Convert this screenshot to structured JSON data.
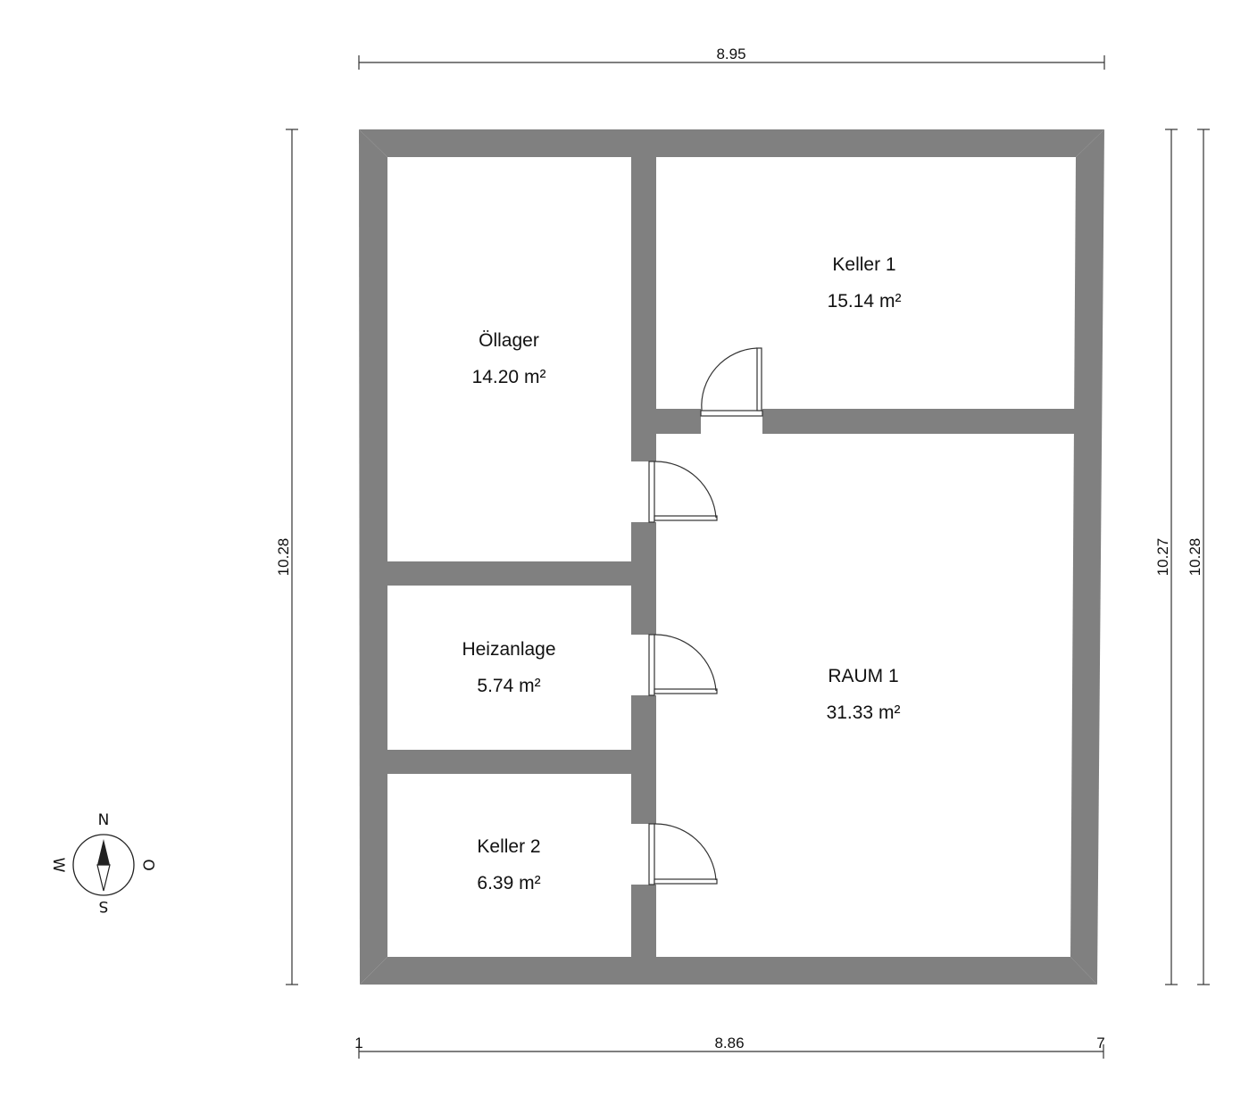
{
  "dimensions": {
    "top": "8.95",
    "bottom": "8.86",
    "left": "10.28",
    "right_inner": "10.27",
    "right_outer": "10.28",
    "bottom_left_marker": "1",
    "bottom_right_marker": "7"
  },
  "rooms": [
    {
      "name": "Öllager",
      "area": "14.20 m²"
    },
    {
      "name": "Keller 1",
      "area": "15.14 m²"
    },
    {
      "name": "Heizanlage",
      "area": "5.74 m²"
    },
    {
      "name": "RAUM 1",
      "area": "31.33 m²"
    },
    {
      "name": "Keller 2",
      "area": "6.39 m²"
    }
  ],
  "compass": {
    "north": "N",
    "south": "S",
    "west": "W",
    "east": "O"
  },
  "colors": {
    "wall": "#808080",
    "background": "#ffffff",
    "line": "#333333"
  }
}
